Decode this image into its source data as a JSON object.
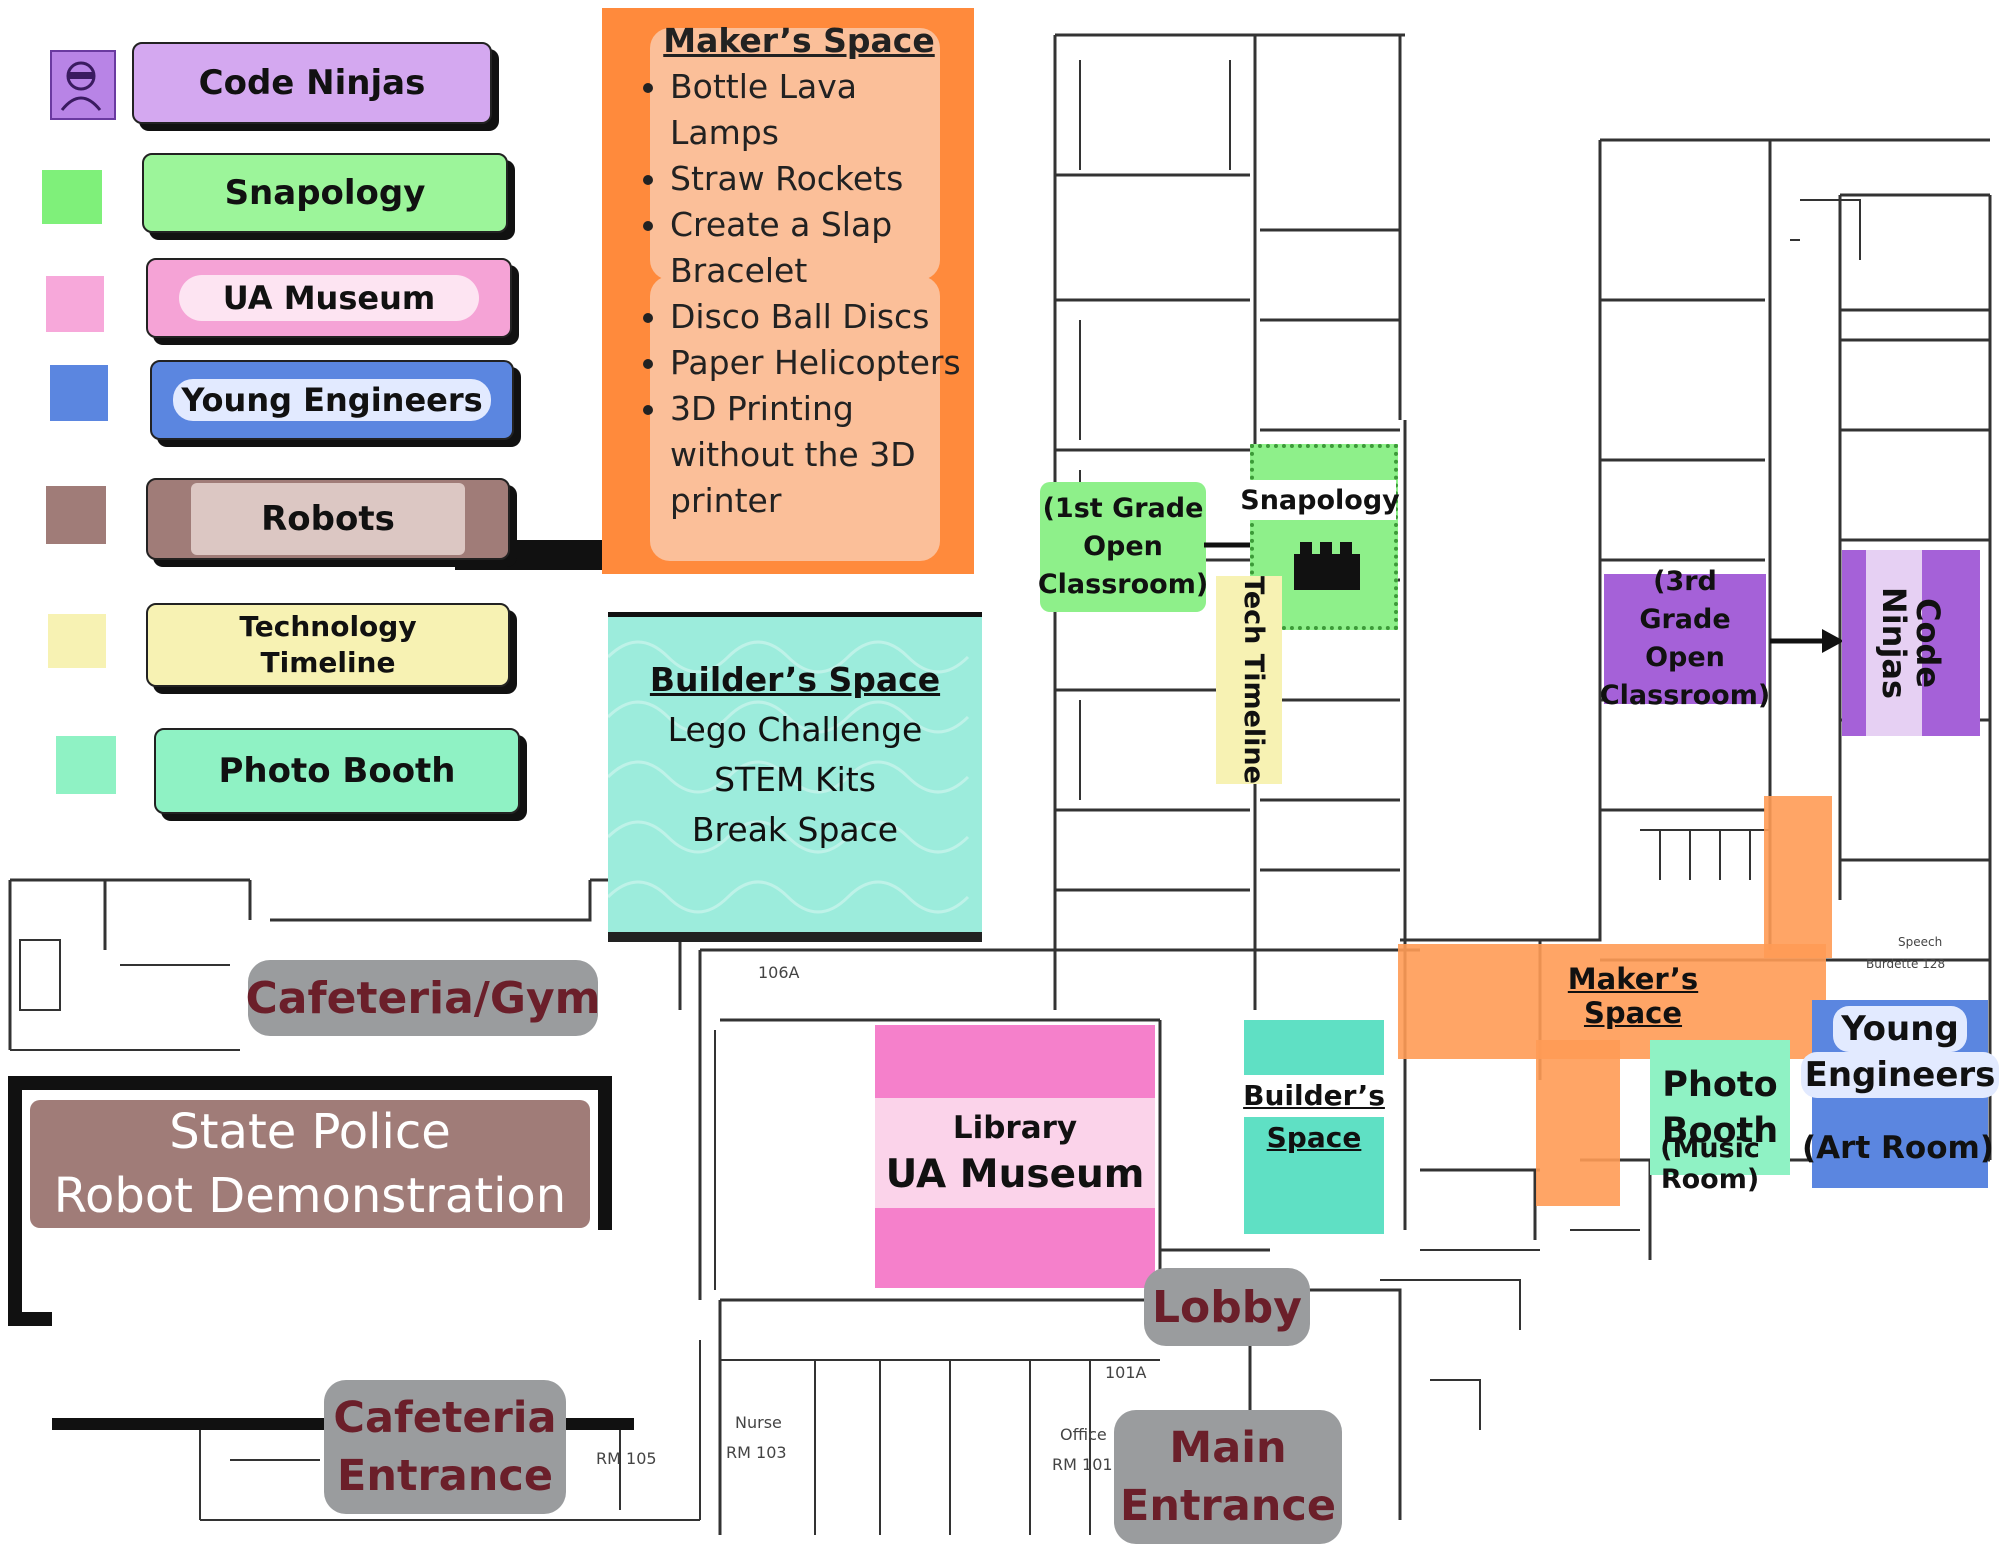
{
  "colors": {
    "code_ninjas": "#c89ae8",
    "code_ninjas_dark": "#9e55d6",
    "snapology": "#8ef08a",
    "ua_museum": "#f5a3d6",
    "ua_museum_dark": "#f075c8",
    "young_engineers": "#5b86e0",
    "robots": "#a07c78",
    "tech_timeline": "#f7f2b3",
    "photo_booth": "#8ff2c4",
    "builders": "#5fe0c4",
    "maker_orange": "#ff8a3c",
    "maker_light": "#fbbf99",
    "grey_label": "#9a9c9e",
    "label_text": "#6b1f2a"
  },
  "legend": {
    "code_ninjas": "Code Ninjas",
    "snapology": "Snapology",
    "ua_museum": "UA Museum",
    "young_engineers": "Young Engineers",
    "robots": "Robots",
    "tech_timeline_1": "Technology",
    "tech_timeline_2": "Timeline",
    "photo_booth": "Photo Booth"
  },
  "makers_space_panel": {
    "title": "Maker’s Space",
    "items": [
      "Bottle Lava Lamps",
      "Straw Rockets",
      "Create a Slap Bracelet",
      "Disco Ball Discs",
      "Paper Helicopters",
      "3D Printing without the 3D printer"
    ]
  },
  "builders_space_panel": {
    "title": "Builder’s Space",
    "lines": [
      "Lego Challenge",
      "STEM Kits",
      "Break Space"
    ]
  },
  "map_labels": {
    "first_grade": [
      "(1st Grade",
      "Open",
      "Classroom)"
    ],
    "snapology": "Snapology",
    "tech_timeline": "Tech Timeline",
    "third_grade": [
      "(3rd Grade",
      "Open",
      "Classroom)"
    ],
    "code_ninjas": [
      "Code",
      "Ninjas"
    ],
    "makers_space": "Maker’s Space",
    "young_engineers": [
      "Young",
      "Engineers"
    ],
    "art_room": "(Art Room)",
    "photo_booth": [
      "Photo",
      "Booth"
    ],
    "music_room": "(Music Room)",
    "builders_space": [
      "Builder’s",
      "Space"
    ],
    "library": "Library",
    "ua_museum": "UA Museum",
    "lobby": "Lobby",
    "main_entrance": [
      "Main",
      "Entrance"
    ],
    "cafeteria_gym": "Cafeteria/Gym",
    "cafeteria_entrance": [
      "Cafeteria",
      "Entrance"
    ],
    "state_police": [
      "State Police",
      "Robot Demonstration"
    ]
  },
  "room_labels": {
    "r106a": "106A",
    "r101a": "101A",
    "nurse": "Nurse",
    "nurse_rm": "RM 103",
    "office": "Office",
    "office_rm": "RM 101",
    "faculty_rm": "RM 105",
    "speech": "Speech",
    "speech_rm": "Burdette 128"
  }
}
